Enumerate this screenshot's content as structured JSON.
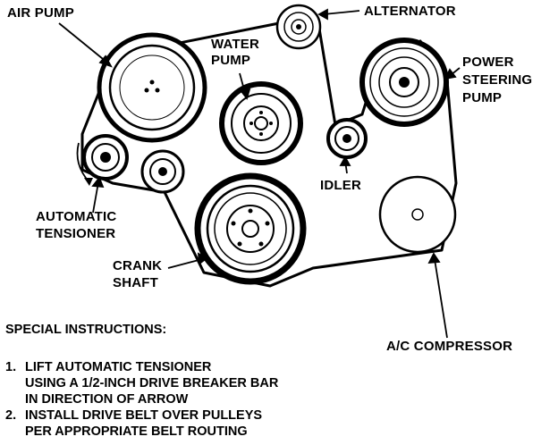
{
  "labels": {
    "air_pump": "AIR PUMP",
    "alternator": "ALTERNATOR",
    "water_pump": [
      "WATER",
      "PUMP"
    ],
    "power_steering_pump": [
      "POWER",
      "STEERING",
      "PUMP"
    ],
    "idler": "IDLER",
    "automatic_tensioner": [
      "AUTOMATIC",
      "TENSIONER"
    ],
    "crank_shaft": [
      "CRANK",
      "SHAFT"
    ],
    "ac_compressor": "A/C COMPRESSOR"
  },
  "instructions": {
    "title": "SPECIAL INSTRUCTIONS:",
    "steps": [
      {
        "number": "1.",
        "lines": [
          "LIFT AUTOMATIC TENSIONER",
          "USING A 1/2-INCH DRIVE BREAKER BAR",
          "IN DIRECTION OF ARROW"
        ]
      },
      {
        "number": "2.",
        "lines": [
          "INSTALL DRIVE BELT OVER PULLEYS",
          "PER APPROPRIATE BELT ROUTING"
        ]
      }
    ]
  }
}
